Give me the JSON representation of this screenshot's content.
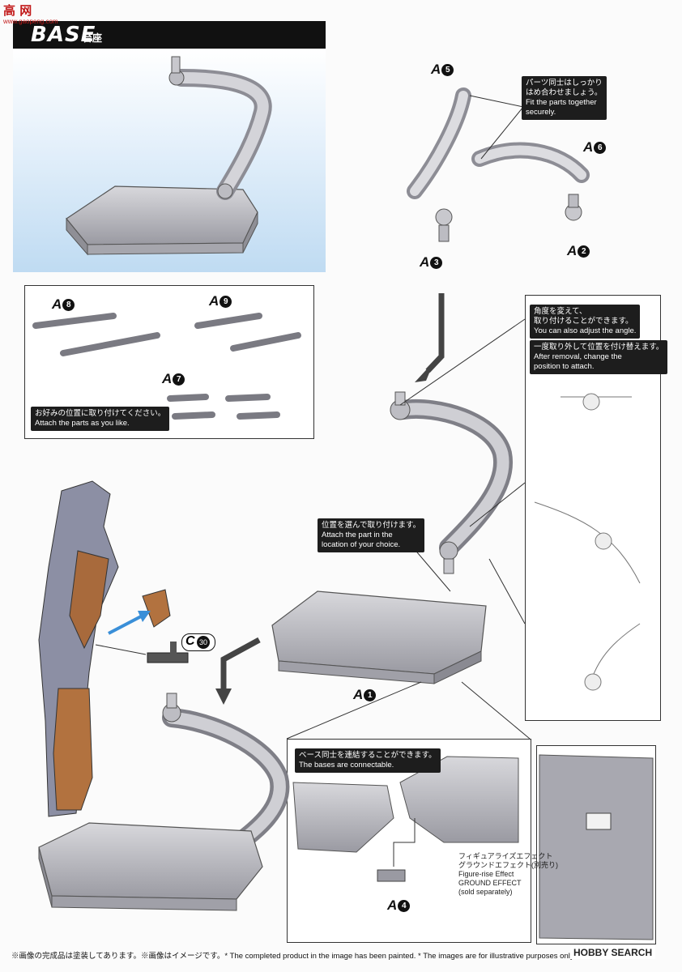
{
  "header": {
    "title": "BASE",
    "subtitle": "台座",
    "logo_text": "高 网",
    "logo_url_text": "www.gaopeng.com"
  },
  "labels": {
    "a5": {
      "letter": "A",
      "num": "5"
    },
    "a6": {
      "letter": "A",
      "num": "6"
    },
    "a3": {
      "letter": "A",
      "num": "3"
    },
    "a2": {
      "letter": "A",
      "num": "2"
    },
    "a8": {
      "letter": "A",
      "num": "8"
    },
    "a9": {
      "letter": "A",
      "num": "9"
    },
    "a7": {
      "letter": "A",
      "num": "7"
    },
    "a1": {
      "letter": "A",
      "num": "1"
    },
    "a4": {
      "letter": "A",
      "num": "4"
    },
    "c30": {
      "letter": "C",
      "num": "30"
    }
  },
  "notes": {
    "fit": "パーツ同士はしっかり\nはめ合わせましょう。\nFit the parts together\nsecurely.",
    "attach_like": "お好みの位置に取り付けてください。\nAttach the parts as you like.",
    "angle": "角度を変えて、\n取り付けることができます。\nYou can also adjust the angle.",
    "removal": "一度取り外して位置を付け替えます。\nAfter removal, change the\nposition to attach.",
    "choice": "位置を選んで取り付けます。\nAttach the part in the\nlocation of your choice.",
    "connect": "ベース同士を連結することができます。\nThe bases are connectable."
  },
  "ground_effect": "フィギュアライズエフェクト\nグラウンドエフェクト(別売り)\nFigure-rise Effect\nGROUND EFFECT\n(sold separately)",
  "footer": "※画像の完成品は塗装してあります。※画像はイメージです。* The completed product in the image has been painted.  * The images are for illustrative purposes only.",
  "brand": "HOBBY SEARCH"
}
